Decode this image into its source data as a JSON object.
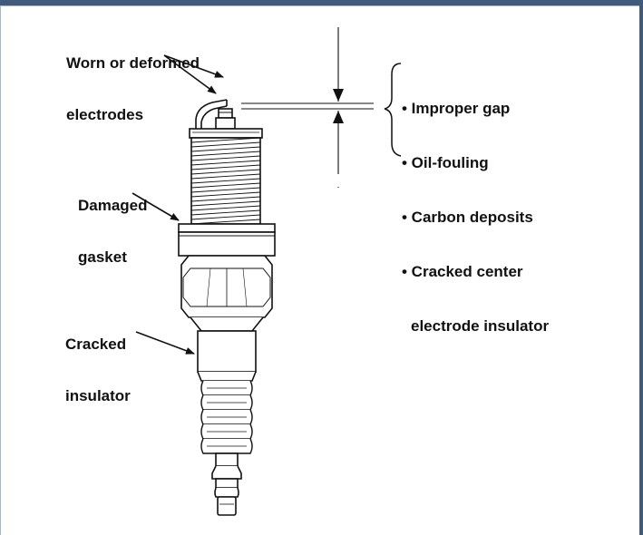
{
  "labels": {
    "worn": {
      "line1": "Worn or deformed",
      "line2": "electrodes"
    },
    "gasket": {
      "line1": "Damaged",
      "line2": "gasket"
    },
    "insulator": {
      "line1": "Cracked",
      "line2": "insulator"
    }
  },
  "gap_conditions": {
    "items": [
      "• Improper gap",
      "• Oil-fouling",
      "• Carbon deposits",
      "• Cracked center"
    ],
    "continuation": "electrode insulator"
  }
}
